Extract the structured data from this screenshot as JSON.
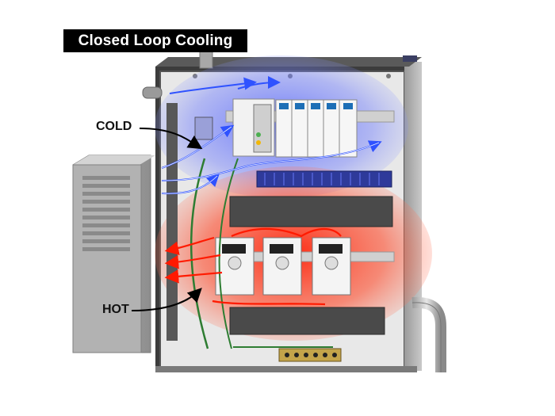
{
  "title": "Closed Loop Cooling",
  "labels": {
    "cold": "COLD",
    "hot": "HOT"
  },
  "colors": {
    "cold_flow": "#2f52ff",
    "hot_flow": "#ff2a10",
    "title_bg": "#000000",
    "title_text": "#ffffff"
  },
  "icons": [
    "cold-airflow-arrow",
    "hot-airflow-arrow",
    "drive-unit",
    "io-module",
    "terminal-block",
    "cooling-unit-vent"
  ]
}
